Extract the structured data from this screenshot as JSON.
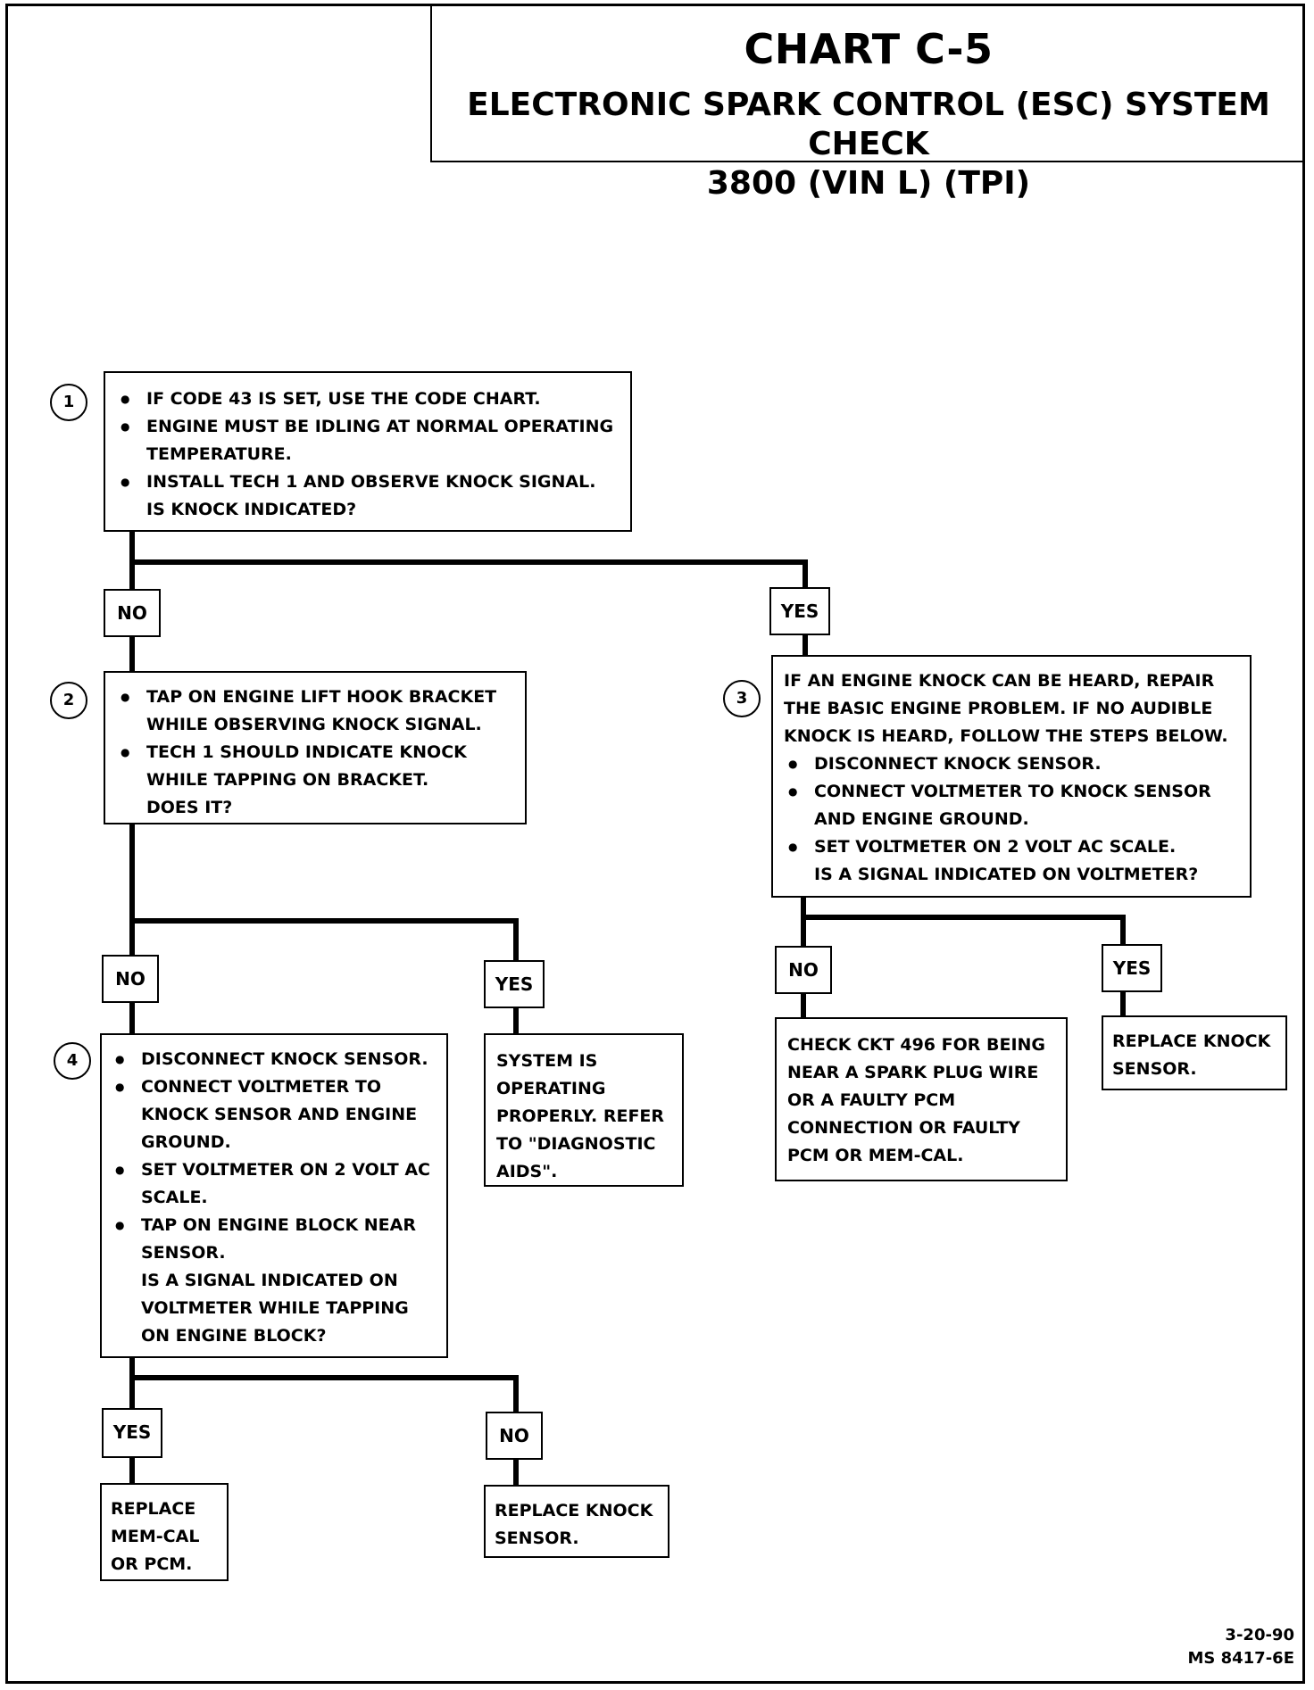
{
  "header": {
    "chart_title": "CHART C-5",
    "subtitle_line1": "ELECTRONIC SPARK CONTROL (ESC) SYSTEM CHECK",
    "subtitle_line2": "3800 (VIN L) (TPI)"
  },
  "steps": {
    "s1": {
      "number": "1",
      "bullets": [
        "IF CODE 43 IS SET, USE THE CODE CHART.",
        "ENGINE MUST BE IDLING AT NORMAL OPERATING TEMPERATURE.",
        "INSTALL TECH 1 AND OBSERVE KNOCK SIGNAL."
      ],
      "question": "IS KNOCK INDICATED?"
    },
    "s2": {
      "number": "2",
      "bullets": [
        "TAP ON ENGINE LIFT HOOK BRACKET WHILE OBSERVING KNOCK SIGNAL.",
        "TECH 1 SHOULD INDICATE KNOCK WHILE TAPPING ON BRACKET."
      ],
      "question": "DOES IT?"
    },
    "s3": {
      "number": "3",
      "intro": "IF AN ENGINE KNOCK CAN BE HEARD, REPAIR THE BASIC ENGINE PROBLEM.  IF NO AUDIBLE KNOCK IS HEARD, FOLLOW THE STEPS BELOW.",
      "bullets": [
        "DISCONNECT KNOCK SENSOR.",
        "CONNECT VOLTMETER TO KNOCK SENSOR AND ENGINE GROUND.",
        "SET VOLTMETER ON 2 VOLT AC SCALE."
      ],
      "question": "IS A SIGNAL INDICATED ON VOLTMETER?"
    },
    "s4": {
      "number": "4",
      "bullets": [
        "DISCONNECT KNOCK SENSOR.",
        "CONNECT VOLTMETER TO KNOCK SENSOR AND ENGINE GROUND.",
        "SET VOLTMETER ON 2 VOLT AC SCALE.",
        "TAP ON ENGINE BLOCK NEAR SENSOR."
      ],
      "question": "IS A SIGNAL INDICATED ON VOLTMETER WHILE TAPPING ON ENGINE BLOCK?"
    }
  },
  "results": {
    "system_ok": "SYSTEM IS OPERATING PROPERLY.  REFER TO \"DIAGNOSTIC AIDS\".",
    "check_ckt": "CHECK CKT 496 FOR BEING NEAR A SPARK PLUG WIRE OR A FAULTY PCM CONNECTION OR FAULTY PCM OR MEM-CAL.",
    "replace_sensor_a": "REPLACE KNOCK SENSOR.",
    "replace_memcal": "REPLACE MEM-CAL OR PCM.",
    "replace_sensor_b": "REPLACE KNOCK SENSOR."
  },
  "labels": {
    "yes": "YES",
    "no": "NO"
  },
  "footer": {
    "date": "3-20-90",
    "code": "MS 8417-6E"
  }
}
